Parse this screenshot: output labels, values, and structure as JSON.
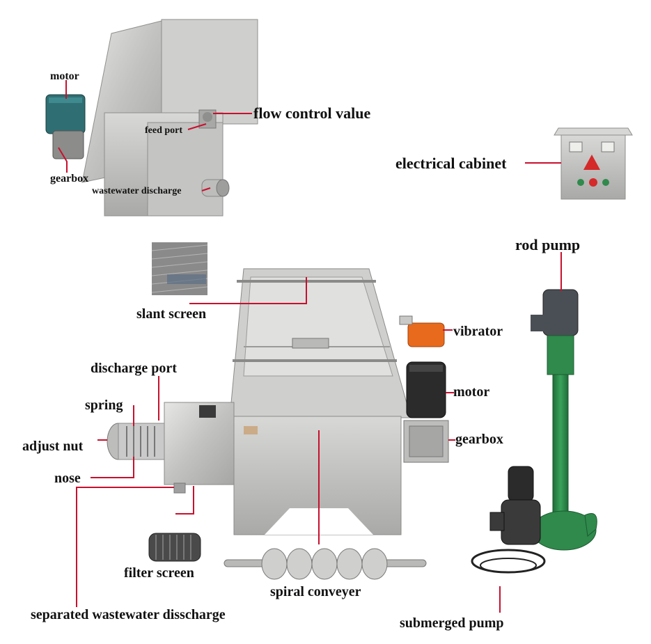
{
  "labels": {
    "motor_top": "motor",
    "gearbox_top": "gearbox",
    "feed_port": "feed port",
    "flow_control": "flow control value",
    "wastewater_discharge": "wastewater discharge",
    "electrical_cabinet": "electrical cabinet",
    "rod_pump": "rod pump",
    "slant_screen": "slant screen",
    "vibrator": "vibrator",
    "discharge_port": "discharge port",
    "spring": "spring",
    "adjust_nut": "adjust nut",
    "nose": "nose",
    "motor_main": "motor",
    "gearbox_main": "gearbox",
    "filter_screen": "filter screen",
    "spiral_conveyer": "spiral conveyer",
    "separated_discharge": "separated wastewater disscharge",
    "submerged_pump": "submerged pump"
  },
  "colors": {
    "leader_line": "#c8102e",
    "steel": "#c9c9c7",
    "steel_dark": "#9a9a98",
    "pump_green": "#2f8a4c",
    "motor_dark": "#2b2b2b",
    "vibrator_orange": "#e86a1c"
  }
}
